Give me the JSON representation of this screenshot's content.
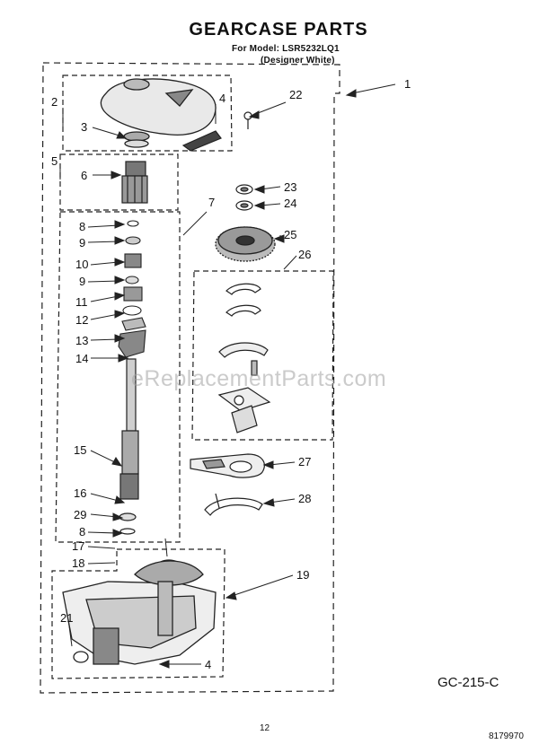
{
  "title": "GEARCASE PARTS",
  "subtitle_line1": "For Model: LSR5232LQ1",
  "subtitle_line2": "(Designer White)",
  "watermark": "eReplacementParts.com",
  "diagram_code": "GC-215-C",
  "page_number": "12",
  "document_number": "8179970",
  "callouts": {
    "c1": "1",
    "c2": "2",
    "c3": "3",
    "c4a": "4",
    "c4b": "4",
    "c5": "5",
    "c6": "6",
    "c7": "7",
    "c8a": "8",
    "c8b": "8",
    "c9a": "9",
    "c9b": "9",
    "c10": "10",
    "c11": "11",
    "c12": "12",
    "c13": "13",
    "c14": "14",
    "c15": "15",
    "c16": "16",
    "c17": "17",
    "c18": "18",
    "c19": "19",
    "c21": "21",
    "c22": "22",
    "c23": "23",
    "c24": "24",
    "c25": "25",
    "c26": "26",
    "c27": "27",
    "c28": "28",
    "c29": "29"
  }
}
